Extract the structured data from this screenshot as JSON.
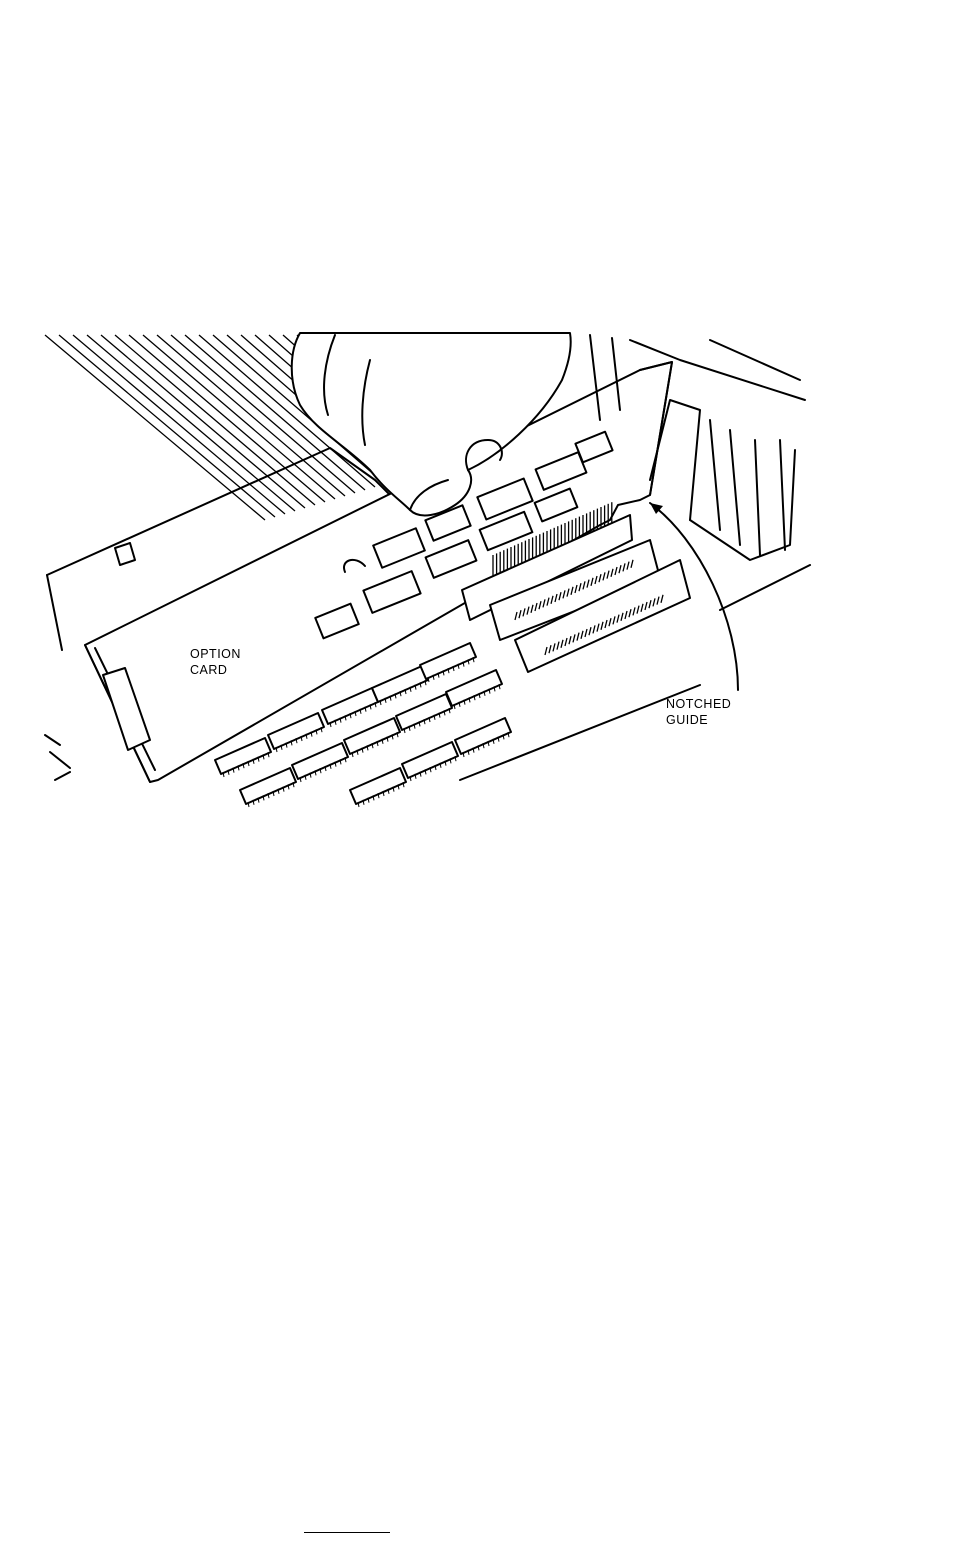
{
  "figure": {
    "labels": {
      "option_card": [
        "OPTION",
        "CARD"
      ],
      "notched_guide": [
        "NOTCHED",
        "GUIDE"
      ]
    },
    "icons": [
      "hand-icon",
      "option-card-icon",
      "expansion-slot-icon",
      "memory-chip-icon",
      "arrow-icon"
    ],
    "colors": {
      "ink": "#000000",
      "paper": "#ffffff"
    }
  }
}
